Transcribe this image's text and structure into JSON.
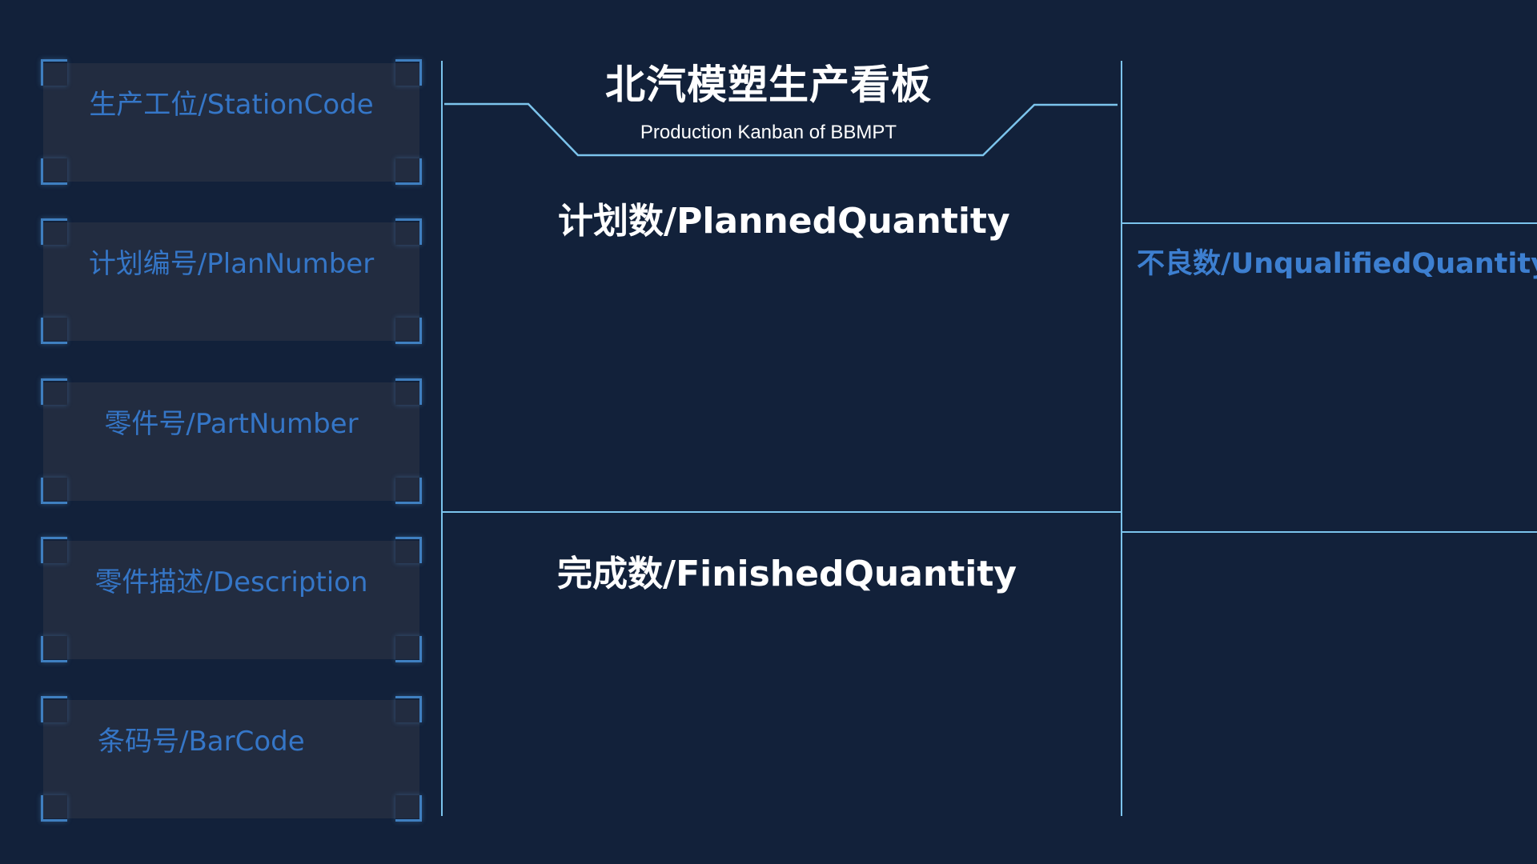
{
  "header": {
    "title": "北汽模塑生产看板",
    "subtitle": "Production Kanban of BBMPT"
  },
  "info_cards": [
    {
      "label": "生产工位/StationCode"
    },
    {
      "label": "计划编号/PlanNumber"
    },
    {
      "label": "零件号/PartNumber"
    },
    {
      "label": "零件描述/Description"
    },
    {
      "label": "条码号/BarCode"
    }
  ],
  "center": {
    "planned_label": "计划数/PlannedQuantity",
    "finished_label": "完成数/FinishedQuantity"
  },
  "right": {
    "unqualified_label": "不良数/UnqualifiedQuantity"
  },
  "colors": {
    "background": "#12213a",
    "card_background": "#222c40",
    "card_label": "#3576c7",
    "line": "#7cc4ec",
    "title_text": "#ffffff",
    "side_label": "#3d7fd0"
  }
}
